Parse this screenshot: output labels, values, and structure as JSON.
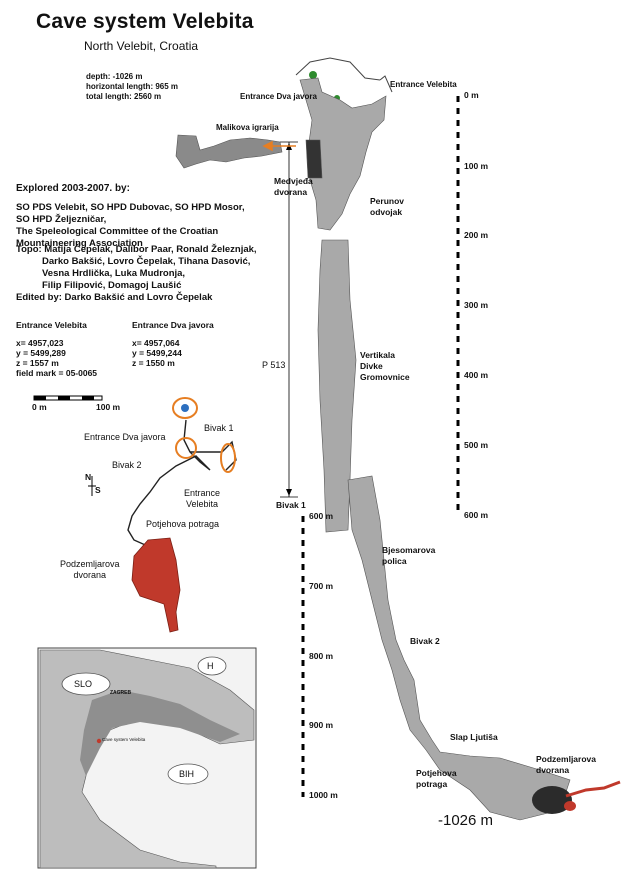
{
  "header": {
    "title": "Cave system Velebita",
    "subtitle": "North Velebit, Croatia",
    "depth": "depth: -1026 m",
    "horizontal_length": "horizontal length:  965 m",
    "total_length": "total length: 2560 m"
  },
  "explored": {
    "heading": "Explored  2003-2007. by:",
    "clubs": [
      "SO PDS Velebit, SO HPD Dubovac, SO HPD Mosor,",
      "SO HPD Željezničar,",
      "The Speleological Committee of the Croatian",
      "Mountaineering Association"
    ],
    "topo": [
      "Topo: Matija Čepelak, Dalibor Paar, Ronald Železnjak,",
      "Darko Bakšić, Lovro Čepelak, Tihana Dasović,",
      "Vesna Hrdlička, Luka Mudronja,",
      "Filip Filipović, Domagoj Laušić"
    ],
    "edited": "Edited by: Darko Bakšić and Lovro Čepelak"
  },
  "entrances": {
    "velebita": {
      "name": "Entrance Velebita",
      "x": "x= 4957,023",
      "y": "y = 5499,289",
      "z": "z = 1557 m",
      "mark": "field mark = 05-0065"
    },
    "dva_javora": {
      "name": "Entrance Dva javora",
      "x": "x= 4957,064",
      "y": "y = 5499,244",
      "z": "z = 1550 m"
    }
  },
  "plan_view": {
    "scale_start": "0 m",
    "scale_end": "100 m",
    "north": "N",
    "south": "S",
    "labels": {
      "bivak1": "Bivak 1",
      "entrance_dva_javora": "Entrance Dva javora",
      "bivak2": "Bivak 2",
      "entrance_velebita": "Entrance\nVelebita",
      "potjehova": "Potjehova potraga",
      "podzemljarova": "Podzemljarova\ndvorana"
    },
    "colors": {
      "chamber": "#c0392b",
      "passage": "#222222",
      "entrance": "#e67e22"
    }
  },
  "profile": {
    "labels": {
      "entrance_dva_javora": "Entrance Dva javora",
      "entrance_velebita": "Entrance  Velebita",
      "malikova": "Malikova igrarija",
      "medvjeda": "Medvjeđa\ndvorana",
      "perunov": "Perunov\nodvojak",
      "vertikala": "Vertikala\nDivke\nGromovnice",
      "p513": "P 513",
      "bivak1": "Bivak 1",
      "bjesomarova": "Bjesomarova\npolica",
      "bivak2": "Bivak 2",
      "slap": "Slap Ljutiša",
      "potjehova": "Potjehova\npotraga",
      "podzemljarova": "Podzemljarova\ndvorana",
      "final_depth": "-1026 m"
    },
    "depth_ticks_upper": [
      "0 m",
      "100 m",
      "200 m",
      "300 m",
      "400 m",
      "500 m",
      "600 m"
    ],
    "depth_ticks_lower": [
      "600 m",
      "700 m",
      "800 m",
      "900 m",
      "1000 m"
    ],
    "colors": {
      "passage": "#9e9e9e",
      "chamber": "#c0392b",
      "entrance_tree": "#2e8b2e"
    }
  },
  "map": {
    "labels": {
      "slo": "SLO",
      "h": "H",
      "bih": "BIH",
      "zagreb": "ZAGREB",
      "cave_marker": "Cave system Velebita"
    }
  }
}
